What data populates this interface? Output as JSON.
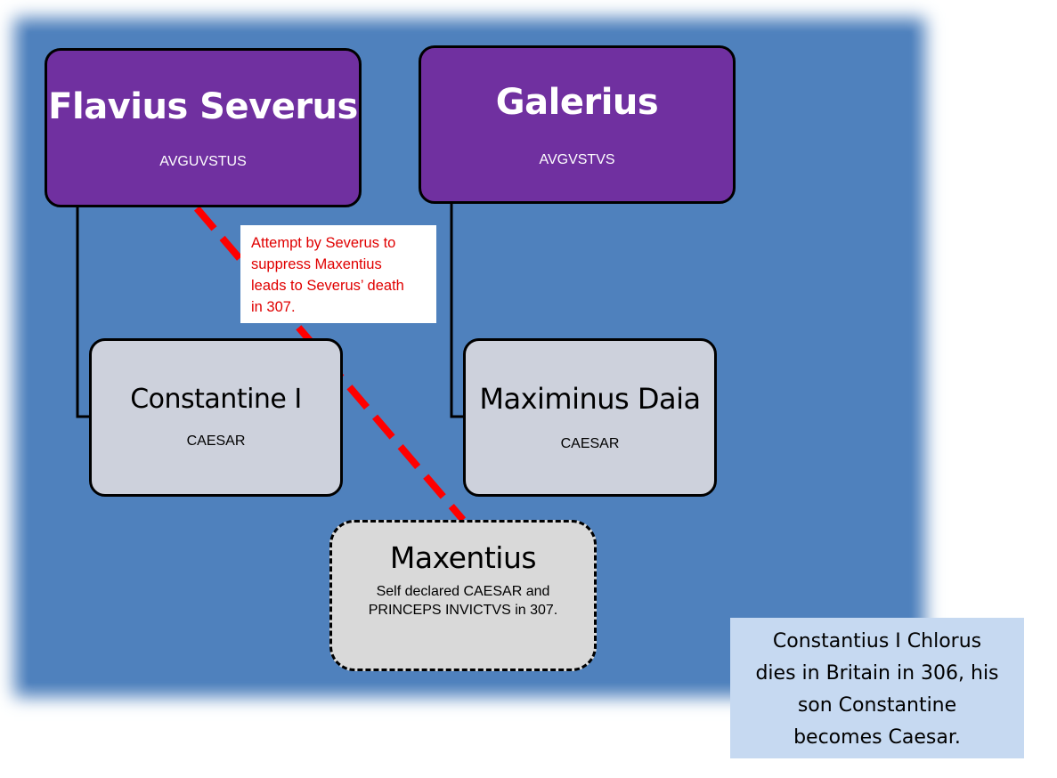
{
  "diagram": {
    "colors": {
      "background_panel": "#4f81bd",
      "augustus_fill": "#7030a0",
      "caesar_fill": "#cdd1dc",
      "usurper_fill": "#d9d9d9",
      "conflict_line": "#ff0000",
      "callout_text": "#e00000",
      "note_fill": "#c6d9f1"
    },
    "augusti": [
      {
        "name": "Flavius Severus",
        "title": "AVGUVSTUS"
      },
      {
        "name": "Galerius",
        "title": "AVGVSTVS"
      }
    ],
    "caesares": [
      {
        "name": "Constantine I",
        "title": "CAESAR"
      },
      {
        "name": "Maximinus Daia",
        "title": "CAESAR"
      }
    ],
    "usurper": {
      "name": "Maxentius",
      "description_line1": "Self declared CAESAR and",
      "description_line2": "PRINCEPS INVICTVS in 307."
    },
    "conflict_callout": {
      "line1": "Attempt by Severus to",
      "line2": "suppress Maxentius",
      "line3": "leads to Severus’ death",
      "line4": "in 307."
    },
    "note": {
      "line1": "Constantius I Chlorus",
      "line2": "dies in Britain in 306, his",
      "line3": "son Constantine",
      "line4": "becomes Caesar."
    }
  }
}
